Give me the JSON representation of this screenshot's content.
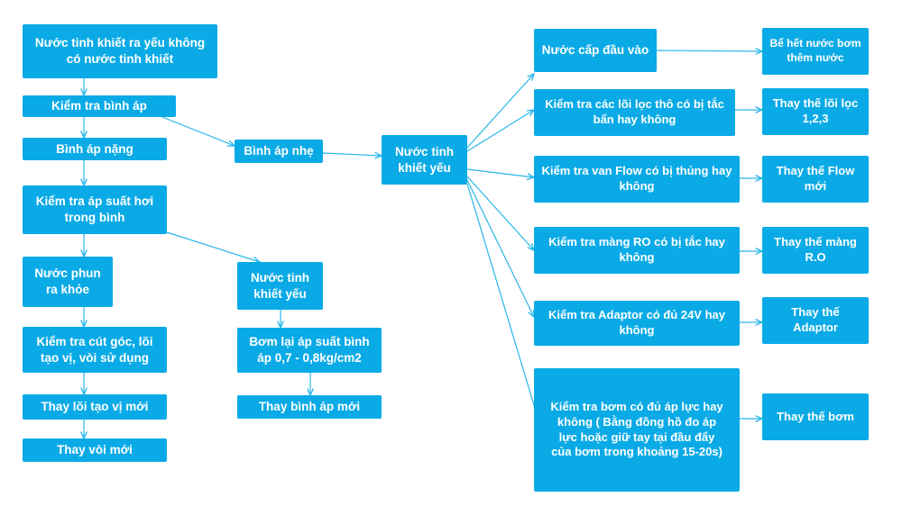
{
  "theme": {
    "box": "#0aaae6",
    "line": "#29b6ea",
    "text": "#ffffff"
  },
  "nodes": {
    "n_root": "Nước tinh khiết ra yếu không có nước tinh khiết",
    "n_check_tank": "Kiểm tra bình áp",
    "n_tank_heavy": "Bình áp nặng",
    "n_tank_light": "Bình áp nhẹ",
    "n_check_pressure": "Kiểm tra áp suất hơi trong bình",
    "n_spray_strong": "Nước phun ra khỏe",
    "n_weak_left": "Nước tinh khiết yếu",
    "n_check_fittings": "Kiểm tra cút góc, lõi tạo vị, vòi sử dụng",
    "n_repump": "Bơm lại áp suất bình áp 0,7 - 0,8kg/cm2",
    "n_replace_taste": "Thay lõi tạo vị mới",
    "n_replace_tank": "Thay bình áp mới",
    "n_replace_faucet": "Thay vòi mới",
    "n_weak_center": "Nước tinh khiết yếu",
    "n_input_water": "Nước cấp đầu vào",
    "n_check_coarse": "Kiểm tra các lõi lọc thô có bị tắc bẩn hay không",
    "n_check_flow": "Kiểm tra van Flow có bị thủng hay không",
    "n_check_ro": "Kiểm tra màng RO có bị tắc hay không",
    "n_check_adaptor": "Kiểm tra Adaptor có đủ 24V hay không",
    "n_check_pump": "Kiểm tra bơm có đủ áp lực hay không ( Bằng đồng hồ đo áp lực hoặc giữ tay tại đầu đẩy của bơm trong khoảng 15-20s)",
    "n_out_water": "Bể hết nước bơm thêm nước",
    "n_out_filters": "Thay thế lõi lọc 1,2,3",
    "n_out_flow": "Thay thế Flow mới",
    "n_out_ro": "Thay thế màng R.O",
    "n_out_adaptor": "Thay thế Adaptor",
    "n_out_pump": "Thay thế bơm"
  }
}
